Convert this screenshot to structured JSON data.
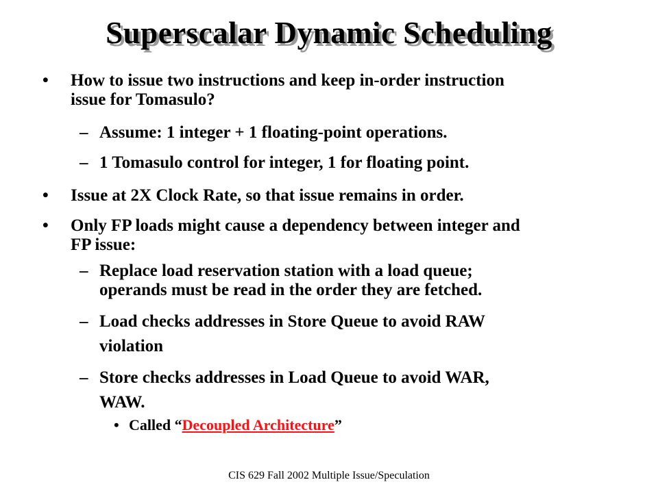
{
  "slide": {
    "title": "Superscalar Dynamic Scheduling",
    "bullets": [
      {
        "lines": [
          "How to issue two instructions and keep in-order instruction",
          "issue for Tomasulo?"
        ],
        "sub": [
          {
            "lines": [
              "Assume:  1  integer  +  1 floating-point operations."
            ]
          },
          {
            "lines": [
              "1  Tomasulo control for integer, 1 for floating point."
            ]
          }
        ]
      },
      {
        "lines": [
          "Issue  at 2X Clock Rate, so that issue remains in order."
        ]
      },
      {
        "lines": [
          "Only FP loads might cause a dependency between integer and",
          "FP issue:"
        ],
        "sub": [
          {
            "lines": [
              "Replace load reservation station with a load queue;",
              "operands must be read in the order they are fetched."
            ]
          },
          {
            "lines": [
              "Load checks addresses in Store Queue to avoid RAW",
              "violation"
            ]
          },
          {
            "lines": [
              "Store checks addresses in Load Queue to avoid WAR,",
              "WAW."
            ],
            "sub": [
              {
                "prefix": "Called “",
                "link": "Decoupled Architecture",
                "suffix": "”"
              }
            ]
          }
        ]
      }
    ],
    "bullet_glyph": "•",
    "dash_glyph": "–",
    "footer": "CIS 629 Fall 2002  Multiple Issue/Speculation"
  }
}
